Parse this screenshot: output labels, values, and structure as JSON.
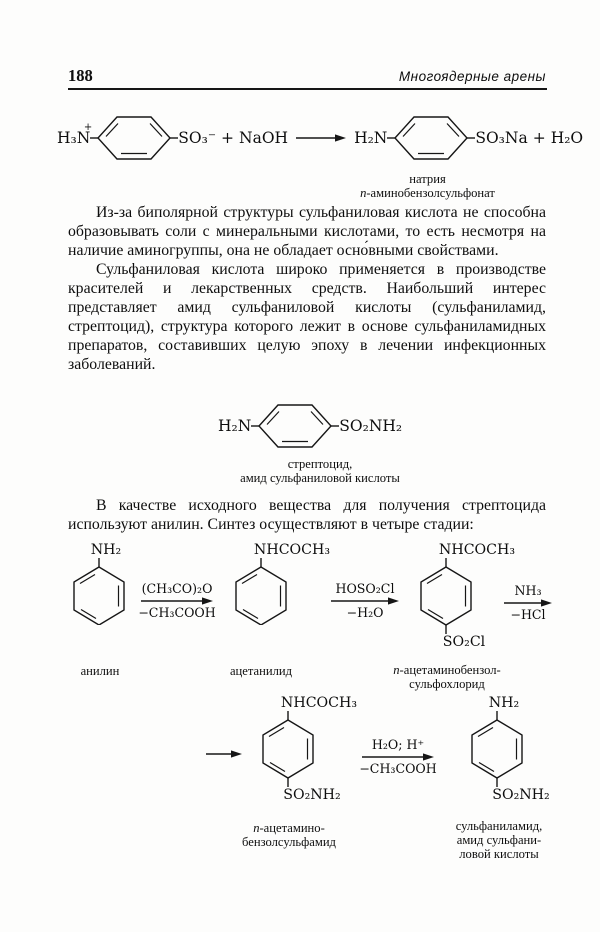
{
  "page": {
    "number": "188",
    "running_head": "Многоядерные арены"
  },
  "reaction1": {
    "left_amine": "H₃N",
    "left_charge": "+",
    "left_acid": "SO₃⁻",
    "plus1": "+",
    "reagent": "NaOH",
    "right_amine": "H₂N",
    "right_salt": "SO₃Na",
    "plus2": "+",
    "water": "H₂O",
    "caption_line1": "натрия",
    "caption_prefix": "п",
    "caption_line2_rest": "-аминобензолсульфонат"
  },
  "paragraphs": {
    "p1": "Из-за биполярной структуры сульфаниловая кислота не способна образовывать соли с минеральными кислотами, то есть несмотря на наличие аминогруппы, она не обладает осно́вными свойствами.",
    "p2": "Сульфаниловая кислота широко применяется в производстве красителей и лекарственных средств. Наибольший интерес представляет амид сульфаниловой кислоты (сульфаниламид, стрептоцид), структура которого лежит в основе сульфаниламидных препаратов, составивших целую эпоху в лечении инфекционных заболеваний.",
    "p3": "В качестве исходного вещества для получения стрептоцида используют анилин. Синтез осуществляют в четыре стадии:"
  },
  "streptocide": {
    "amine": "H₂N",
    "amide": "SO₂NH₂",
    "caption_line1": "стрептоцид,",
    "caption_line2": "амид сульфаниловой кислоты"
  },
  "scheme": {
    "aniline": {
      "top": "NH₂",
      "caption": "анилин"
    },
    "arrow1": {
      "above": "(CH₃CO)₂O",
      "below": "−CH₃COOH"
    },
    "acetanilide": {
      "top": "NHCOCH₃",
      "caption": "ацетанилид"
    },
    "arrow2": {
      "above": "HOSO₂Cl",
      "below": "−H₂O"
    },
    "sulfochloride": {
      "top": "NHCOCH₃",
      "bottom": "SO₂Cl",
      "caption_prefix": "п",
      "caption_line1_rest": "-ацетаминобензол-",
      "caption_line2": "сульфохлорид"
    },
    "arrow3": {
      "above": "NH₃",
      "below": "−HCl"
    },
    "sulfamide": {
      "top": "NHCOCH₃",
      "bottom": "SO₂NH₂",
      "caption_prefix": "п",
      "caption_line1_rest": "-ацетамино-",
      "caption_line2": "бензолсульфамид"
    },
    "arrow4": {
      "above": "H₂O; H⁺",
      "below": "−CH₃COOH"
    },
    "sulfanilamide": {
      "top": "NH₂",
      "bottom": "SO₂NH₂",
      "caption_line1": "сульфаниламид,",
      "caption_line2": "амид сульфани-",
      "caption_line3": "ловой кислоты"
    }
  }
}
